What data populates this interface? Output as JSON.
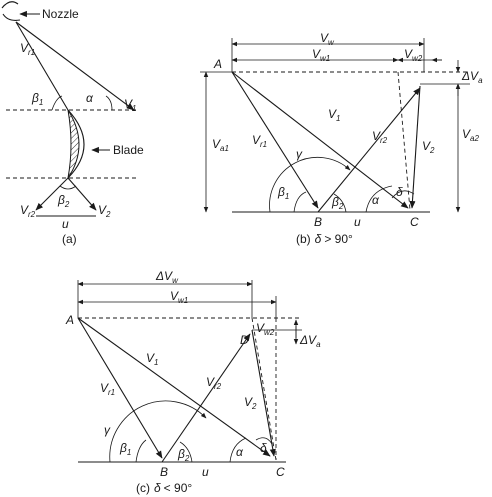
{
  "fig_a": {
    "nozzle": "Nozzle",
    "blade": "Blade",
    "vr1": "V",
    "vr1_sub": "r1",
    "v1": "V",
    "v1_sub": "1",
    "beta1": "β",
    "beta1_sub": "1",
    "alpha": "α",
    "beta2": "β",
    "beta2_sub": "2",
    "vr2": "V",
    "vr2_sub": "r2",
    "v2": "V",
    "v2_sub": "2",
    "u": "u",
    "caption": "(a)"
  },
  "fig_b": {
    "A": "A",
    "B": "B",
    "C": "C",
    "vw": "V",
    "vw_sub": "w",
    "vw1": "V",
    "vw1_sub": "w1",
    "vw2": "V",
    "vw2_sub": "w2",
    "dva": "ΔV",
    "dva_sub": "a",
    "va1": "V",
    "va1_sub": "a1",
    "va2": "V",
    "va2_sub": "a2",
    "v1": "V",
    "v1_sub": "1",
    "vr1": "V",
    "vr1_sub": "r1",
    "vr2": "V",
    "vr2_sub": "r2",
    "v2": "V",
    "v2_sub": "2",
    "gamma": "γ",
    "beta1": "β",
    "beta1_sub": "1",
    "beta2": "β",
    "beta2_sub": "2",
    "alpha": "α",
    "delta": "δ",
    "u": "u",
    "caption_prefix": "(b)",
    "caption_delta": "δ",
    "caption_cond": "> 90°"
  },
  "fig_c": {
    "A": "A",
    "B": "B",
    "C": "C",
    "D": "D",
    "dvw": "ΔV",
    "dvw_sub": "w",
    "vw1": "V",
    "vw1_sub": "w1",
    "vw2": "V",
    "vw2_sub": "w2",
    "dva": "ΔV",
    "dva_sub": "a",
    "v1": "V",
    "v1_sub": "1",
    "vr1": "V",
    "vr1_sub": "r1",
    "vr2": "V",
    "vr2_sub": "r2",
    "v2": "V",
    "v2_sub": "2",
    "gamma": "γ",
    "beta1": "β",
    "beta1_sub": "1",
    "beta2": "β",
    "beta2_sub": "2",
    "alpha": "α",
    "delta": "δ",
    "u": "u",
    "caption_prefix": "(c)",
    "caption_delta": "δ",
    "caption_cond": "< 90°"
  }
}
